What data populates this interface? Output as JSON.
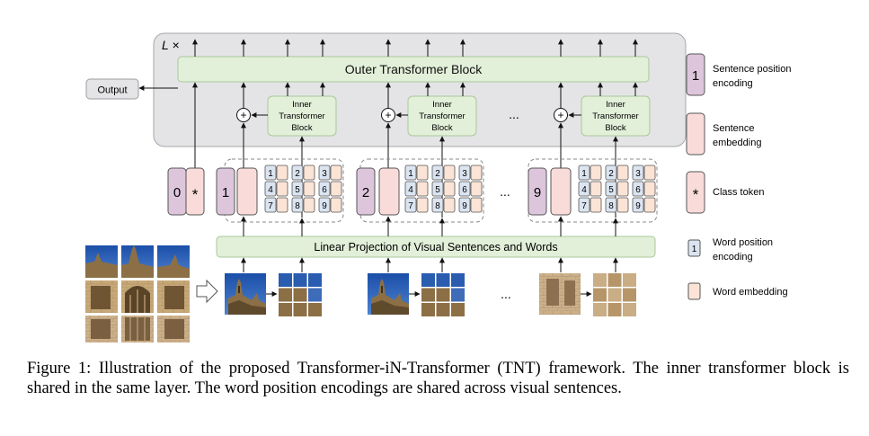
{
  "diagram": {
    "layers_label": "L ×",
    "output_label": "Output",
    "outer_block_label": "Outer Transformer Block",
    "inner_block_label": [
      "Inner",
      "Transformer",
      "Block"
    ],
    "linear_projection_label": "Linear Projection of Visual Sentences and Words",
    "class_token_position": "0",
    "class_token_symbol": "*",
    "sentence_positions": [
      "1",
      "2",
      "9"
    ],
    "word_positions": [
      "1",
      "2",
      "3",
      "4",
      "5",
      "6",
      "7",
      "8",
      "9"
    ],
    "plus_symbol": "+",
    "ellipsis": "..."
  },
  "legend": {
    "sentence_position_key": "1",
    "sentence_position": [
      "Sentence position",
      "encoding"
    ],
    "sentence_embedding": [
      "Sentence",
      "embedding"
    ],
    "class_token_key": "*",
    "class_token": "Class token",
    "word_position_key": "1",
    "word_position": [
      "Word position",
      "encoding"
    ],
    "word_embedding": "Word embedding"
  },
  "colors": {
    "panel": "#e4e4e6",
    "green_block": "#e2efd9",
    "green_border": "#a8c89a",
    "purple": "#ddc6dc",
    "pink": "#f9dcd9",
    "word_pos": "#dbe4f1",
    "word_emb": "#fbe4d6"
  },
  "caption": "Figure 1: Illustration of the proposed Transformer-iN-Transformer (TNT) framework. The inner transformer block is shared in the same layer. The word position encodings are shared across visual sentences."
}
